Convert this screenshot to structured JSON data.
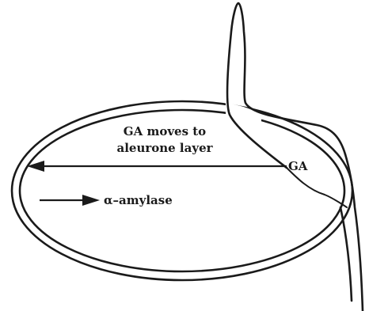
{
  "labels": {
    "ga_moves_line1": "GA moves to",
    "ga_moves_line2": "aleurone layer",
    "ga": "GA",
    "alpha_amylase": "α–amylase"
  }
}
